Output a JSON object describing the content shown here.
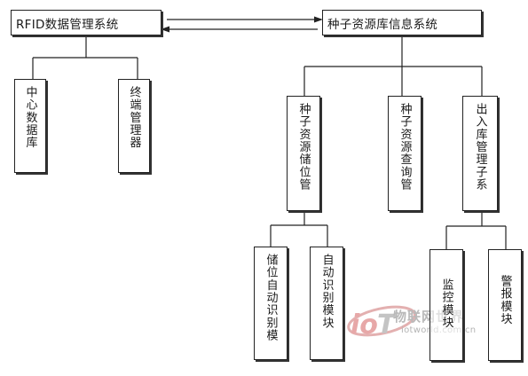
{
  "top": {
    "rfid_system": "RFID数据管理系统",
    "seed_system": "种子资源库信息系统"
  },
  "left_children": {
    "data_center": "中心数据库",
    "terminal_manager": "终端管理器"
  },
  "right_children": {
    "storage": "种子资源储位管",
    "query": "种子资源查询管",
    "inout": "出入库管理子系"
  },
  "storage_children": {
    "auto_id": "储位自动识别模",
    "auto_id_module": "自动识别模块"
  },
  "inout_children": {
    "monitor": "监控模块",
    "alarm": "警报模块"
  },
  "watermark": {
    "brand": "物联网世界",
    "url": "iotworld.com.cn",
    "colors": {
      "logo_red": "#e7a8a8",
      "logo_gray": "#bdbdbd"
    }
  }
}
